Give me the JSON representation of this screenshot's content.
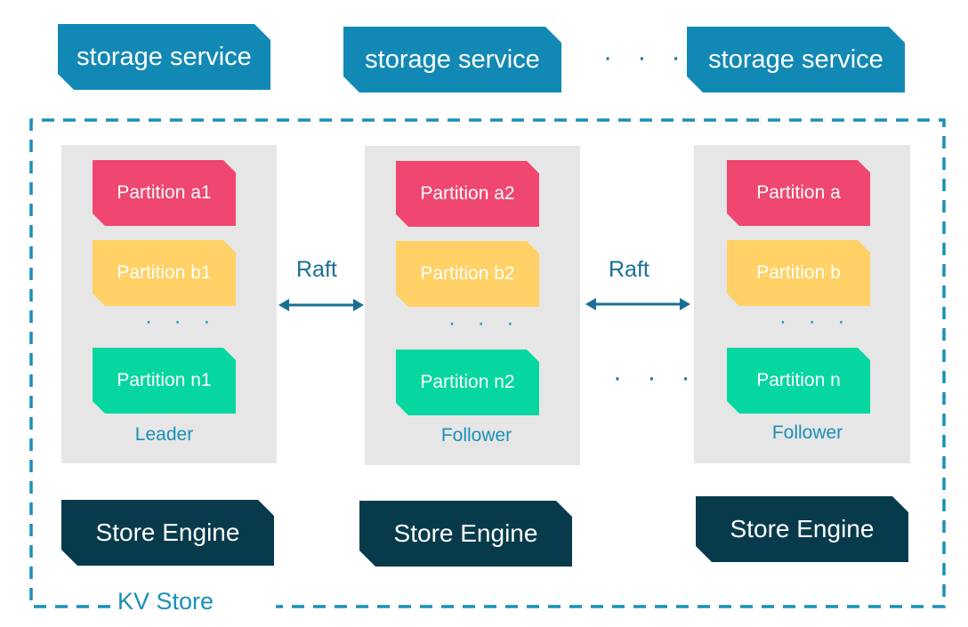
{
  "storage_services": [
    {
      "label": "storage service"
    },
    {
      "label": "storage service"
    },
    {
      "label": "storage service"
    }
  ],
  "services_ellipsis": "· · ·",
  "nodes": [
    {
      "partitions": [
        "Partition a1",
        "Partition b1",
        "Partition n1"
      ],
      "ellipsis": "· · ·",
      "role": "Leader",
      "engine": "Store Engine"
    },
    {
      "partitions": [
        "Partition a2",
        "Partition b2",
        "Partition n2"
      ],
      "ellipsis": "· · ·",
      "role": "Follower",
      "engine": "Store Engine"
    },
    {
      "partitions": [
        "Partition a",
        "Partition b",
        "Partition n"
      ],
      "ellipsis": "· · ·",
      "role": "Follower",
      "engine": "Store Engine"
    }
  ],
  "raft_labels": [
    "Raft",
    "Raft"
  ],
  "nodes_ellipsis": "· · ·",
  "kv_store_label": "KV Store",
  "colors": {
    "service": "#1289b5",
    "partition_a": "#ef476f",
    "partition_b": "#ffd166",
    "partition_n": "#06d6a0",
    "engine": "#073b4c",
    "accent": "#1a8fb8"
  }
}
